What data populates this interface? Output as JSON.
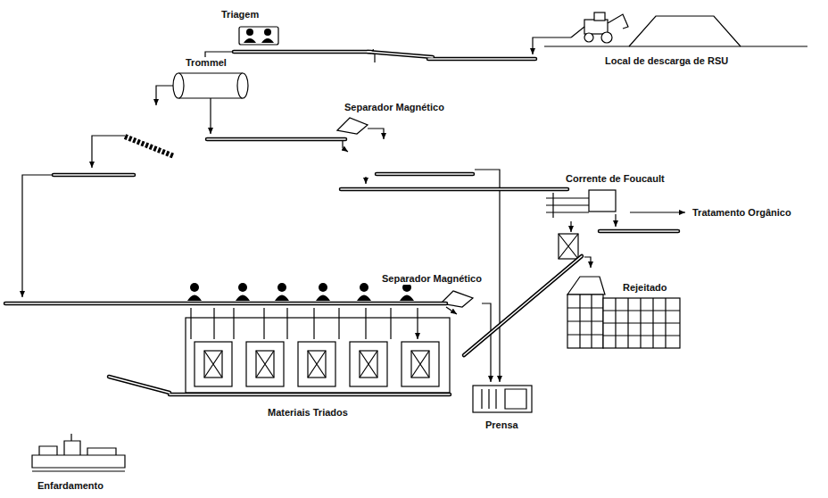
{
  "diagram": {
    "labels": [
      "Triagem",
      "Local de descarga de RSU",
      "Trommel",
      "Separador Magnético",
      "Corrente de Foucault",
      "Tratamento Orgânico",
      "Separador Magnético",
      "Rejeitado",
      "Prensa",
      "Materiais Triados",
      "Enfardamento"
    ]
  }
}
